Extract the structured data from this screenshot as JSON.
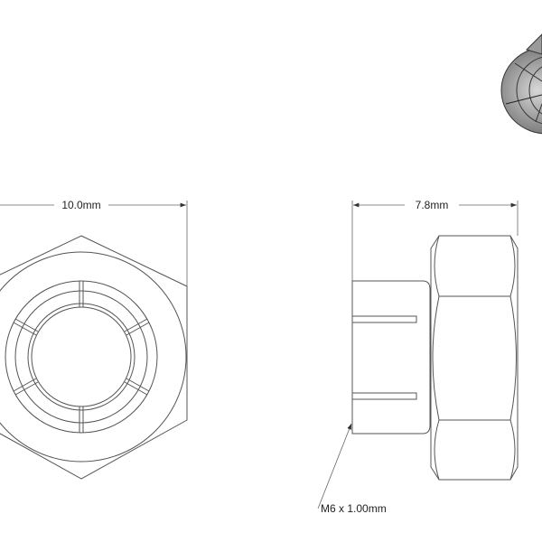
{
  "drawing": {
    "front_view": {
      "width_dimension": "10.0mm"
    },
    "side_view": {
      "height_dimension": "7.8mm",
      "thread_callout": "M6 x 1.00mm"
    },
    "iso_view": {
      "shading_color": "#8a8a8a"
    },
    "line_color": "#555555"
  }
}
